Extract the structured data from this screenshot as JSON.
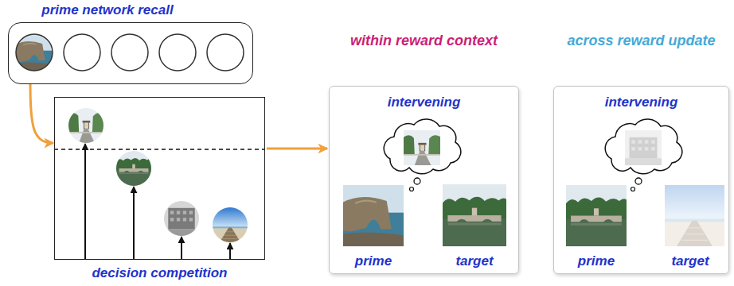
{
  "diagram": {
    "nodes": [
      {
        "text": [
          "prime network recall"
        ]
      },
      {
        "text": [
          "decision competition"
        ]
      },
      {
        "text": [
          "within reward context",
          "intervening",
          "prime",
          "target"
        ]
      },
      {
        "text": [
          "across reward update",
          "intervening",
          "prime",
          "target"
        ]
      }
    ],
    "edges": [
      {
        "from": 0,
        "to": 1,
        "arrow": "to"
      },
      {
        "from": 1,
        "to": 2,
        "arrow": "to"
      }
    ]
  }
}
